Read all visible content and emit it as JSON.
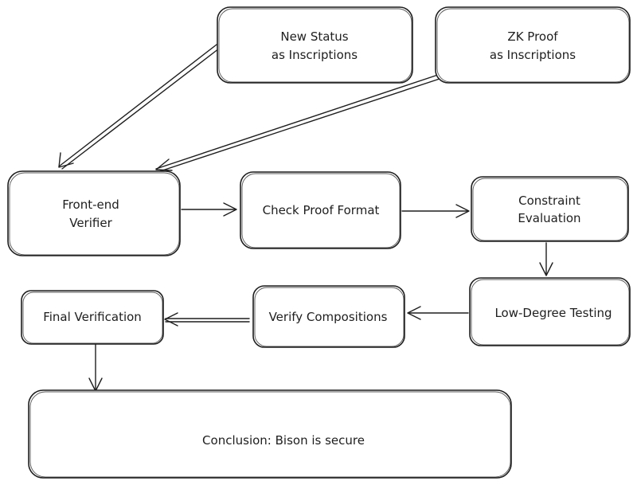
{
  "nodes": {
    "new_status": {
      "line1": "New Status",
      "line2": "as Inscriptions"
    },
    "zk_proof": {
      "line1": "ZK Proof",
      "line2": "as Inscriptions"
    },
    "front_end_verifier": {
      "line1": "Front-end",
      "line2": "Verifier"
    },
    "check_proof_format": {
      "label": "Check Proof Format"
    },
    "constraint_evaluation": {
      "line1": "Constraint",
      "line2": "Evaluation"
    },
    "low_degree_testing": {
      "label": "Low-Degree Testing"
    },
    "verify_compositions": {
      "label": "Verify Compositions"
    },
    "final_verification": {
      "label": "Final Verification"
    },
    "conclusion": {
      "label": "Conclusion: Bison is secure"
    }
  },
  "edges": [
    {
      "from": "new_status",
      "to": "front_end_verifier"
    },
    {
      "from": "zk_proof",
      "to": "front_end_verifier"
    },
    {
      "from": "front_end_verifier",
      "to": "check_proof_format"
    },
    {
      "from": "check_proof_format",
      "to": "constraint_evaluation"
    },
    {
      "from": "constraint_evaluation",
      "to": "low_degree_testing"
    },
    {
      "from": "low_degree_testing",
      "to": "verify_compositions"
    },
    {
      "from": "verify_compositions",
      "to": "final_verification"
    },
    {
      "from": "final_verification",
      "to": "conclusion"
    }
  ]
}
